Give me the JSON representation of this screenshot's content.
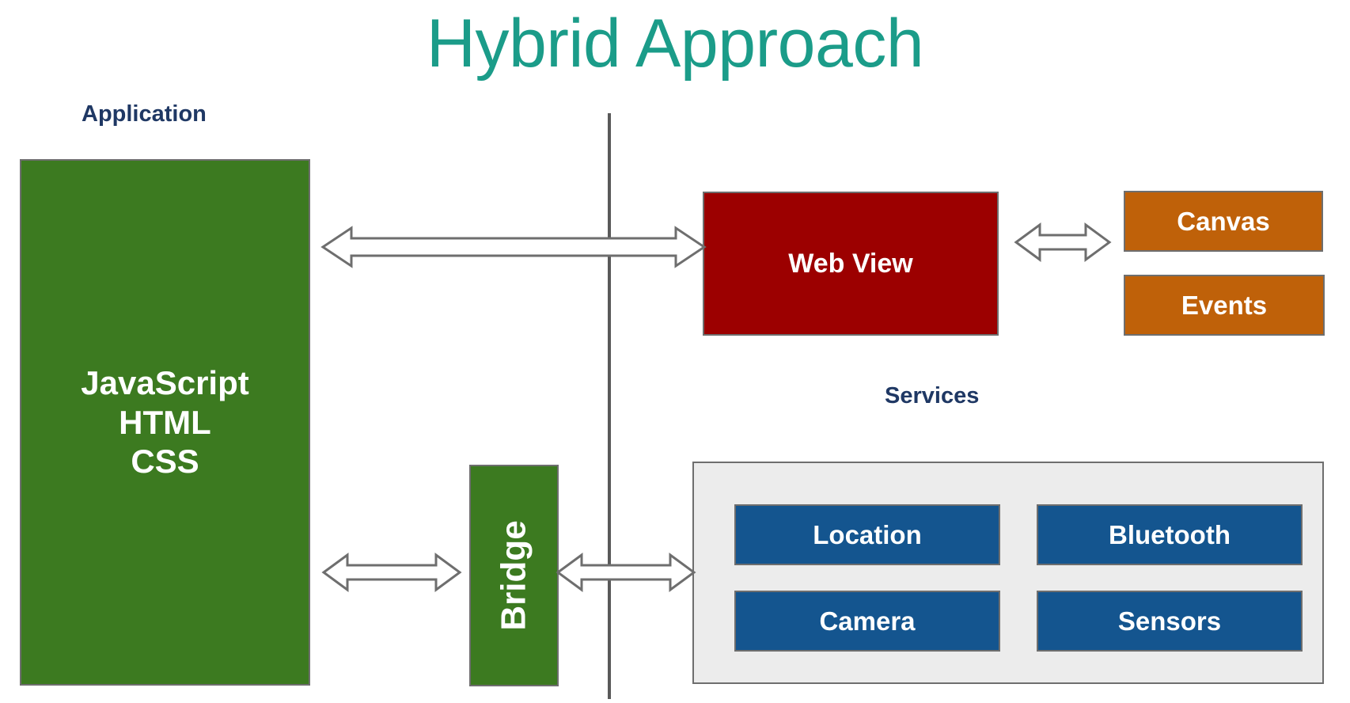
{
  "title": "Hybrid Approach",
  "theme": {
    "title_color": "#1B9C89",
    "caption_color": "#1F3864",
    "application_green": "#3C7A20",
    "webview_red": "#9C0000",
    "accessory_orange": "#BF6109",
    "service_blue": "#14558F",
    "services_panel_bg": "#ECECEC",
    "outline_gray": "#6E6E6E",
    "divider_gray": "#595959",
    "text_on_fill": "#FFFFFF"
  },
  "captions": {
    "application": "Application",
    "services": "Services"
  },
  "application_box": {
    "lines": [
      "JavaScript",
      "HTML",
      "CSS"
    ]
  },
  "bridge_box": {
    "label": "Bridge",
    "orientation": "vertical-bottom-to-top"
  },
  "webview_box": {
    "label": "Web View"
  },
  "accessories": [
    {
      "label": "Canvas"
    },
    {
      "label": "Events"
    }
  ],
  "services": [
    {
      "label": "Location"
    },
    {
      "label": "Bluetooth"
    },
    {
      "label": "Camera"
    },
    {
      "label": "Sensors"
    }
  ],
  "connectors": [
    {
      "name": "application-to-webview",
      "style": "double-headed",
      "direction": "horizontal"
    },
    {
      "name": "webview-to-accessories",
      "style": "double-headed",
      "direction": "horizontal"
    },
    {
      "name": "application-to-bridge",
      "style": "double-headed",
      "direction": "horizontal"
    },
    {
      "name": "bridge-to-services",
      "style": "double-headed",
      "direction": "horizontal"
    }
  ],
  "divider": {
    "name": "native-web-boundary",
    "orientation": "vertical"
  }
}
